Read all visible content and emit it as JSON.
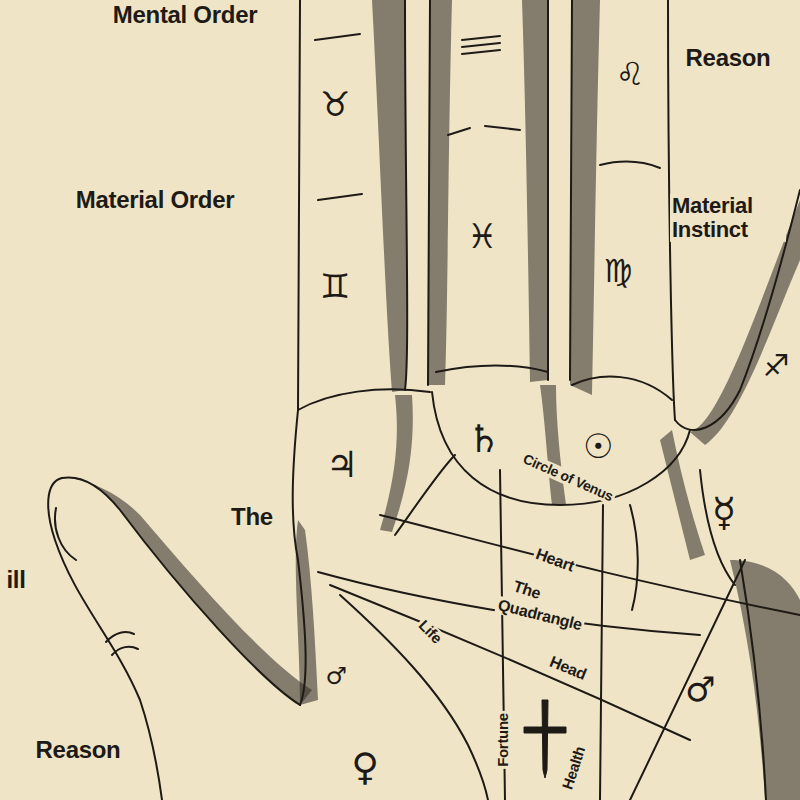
{
  "diagram": {
    "labels": [
      "Mental Order",
      "Material Order",
      "Reason",
      "Material Instinct",
      "The",
      "ill",
      "Reason",
      "Circle of Venus",
      "Heart",
      "The",
      "Quadrangle",
      "Life",
      "Head",
      "Fortune",
      "Health",
      "♉",
      "♊",
      "♓",
      "♌",
      "♍",
      "♃",
      "♄",
      "☉",
      "☿",
      "♂",
      "♂",
      "♐",
      "♀"
    ]
  }
}
